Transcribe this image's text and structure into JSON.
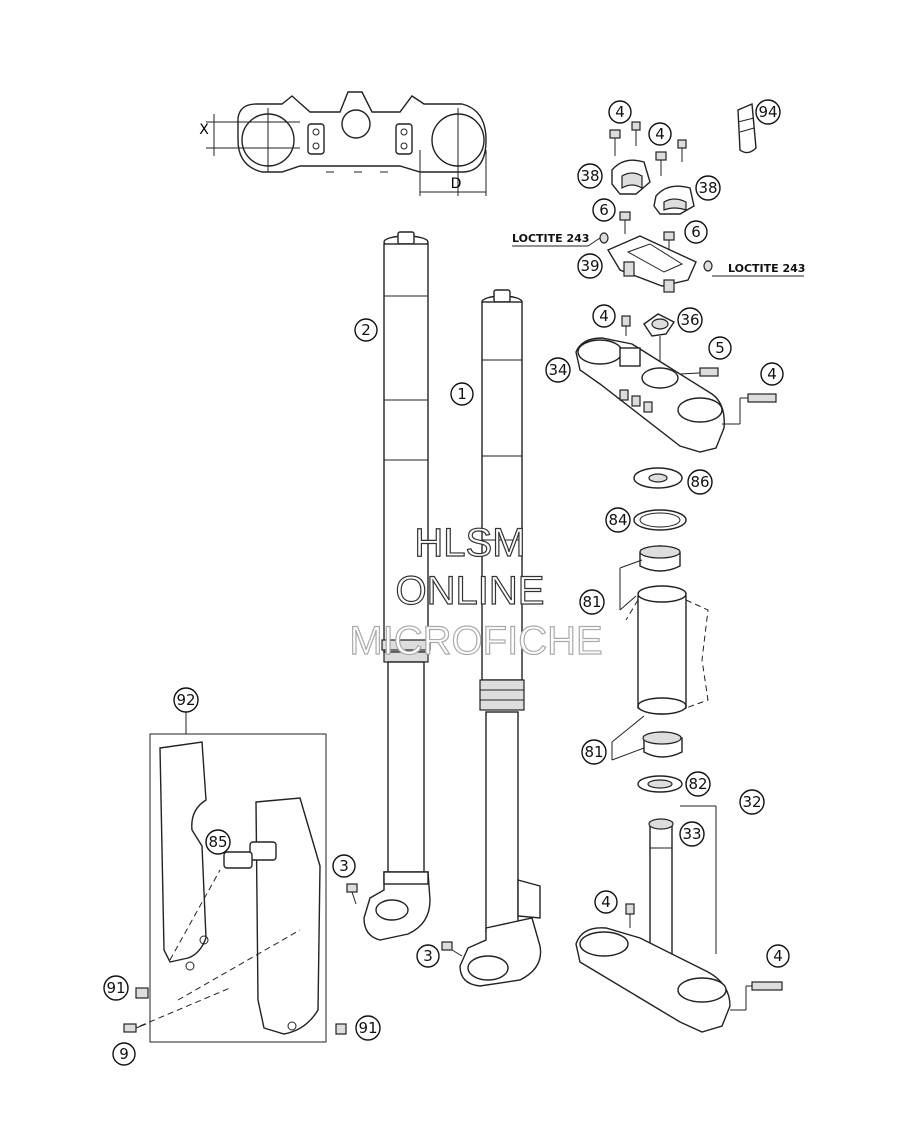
{
  "diagram": {
    "dimension_labels": {
      "x": "X",
      "d": "D"
    },
    "notes": {
      "loctite_left": "LOCTITE 243",
      "loctite_right": "LOCTITE 243"
    },
    "callouts": [
      {
        "id": "c1",
        "n": "1"
      },
      {
        "id": "c2",
        "n": "2"
      },
      {
        "id": "c3a",
        "n": "3"
      },
      {
        "id": "c3b",
        "n": "3"
      },
      {
        "id": "c4a",
        "n": "4"
      },
      {
        "id": "c4b",
        "n": "4"
      },
      {
        "id": "c4c",
        "n": "4"
      },
      {
        "id": "c4d",
        "n": "4"
      },
      {
        "id": "c4e",
        "n": "4"
      },
      {
        "id": "c4f",
        "n": "4"
      },
      {
        "id": "c5",
        "n": "5"
      },
      {
        "id": "c6a",
        "n": "6"
      },
      {
        "id": "c6b",
        "n": "6"
      },
      {
        "id": "c9",
        "n": "9"
      },
      {
        "id": "c32",
        "n": "32"
      },
      {
        "id": "c33",
        "n": "33"
      },
      {
        "id": "c34",
        "n": "34"
      },
      {
        "id": "c36",
        "n": "36"
      },
      {
        "id": "c38a",
        "n": "38"
      },
      {
        "id": "c38b",
        "n": "38"
      },
      {
        "id": "c39",
        "n": "39"
      },
      {
        "id": "c81a",
        "n": "81"
      },
      {
        "id": "c81b",
        "n": "81"
      },
      {
        "id": "c82",
        "n": "82"
      },
      {
        "id": "c84",
        "n": "84"
      },
      {
        "id": "c85",
        "n": "85"
      },
      {
        "id": "c86",
        "n": "86"
      },
      {
        "id": "c91a",
        "n": "91"
      },
      {
        "id": "c91b",
        "n": "91"
      },
      {
        "id": "c92",
        "n": "92"
      },
      {
        "id": "c94",
        "n": "94"
      }
    ]
  },
  "watermark": {
    "line1": "HLSM",
    "line2": "ONLINE",
    "line3": "MICROFICHE"
  }
}
